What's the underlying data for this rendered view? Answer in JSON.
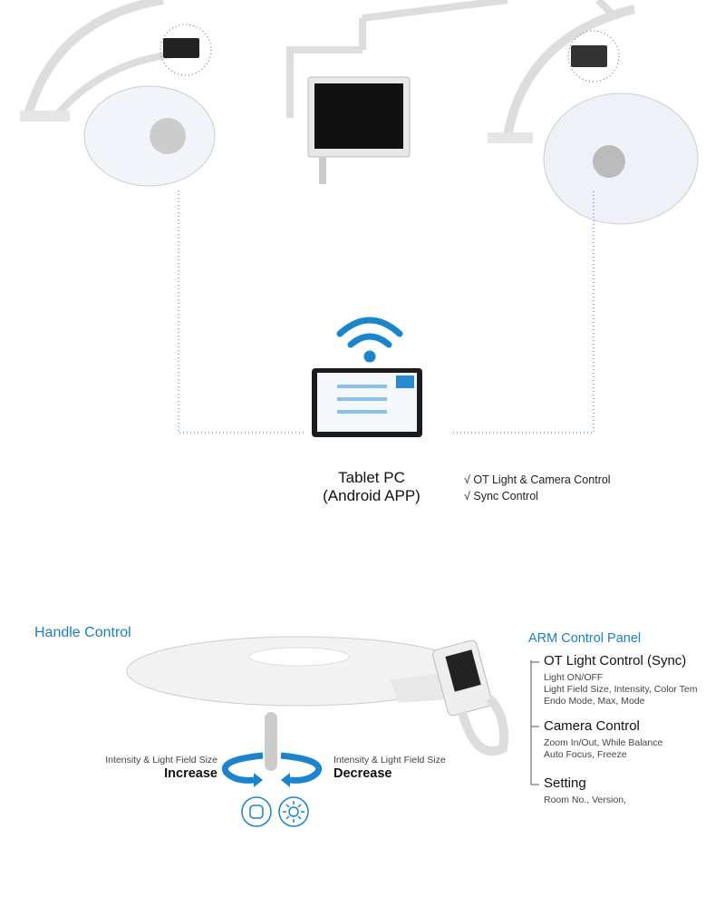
{
  "tablet": {
    "title": "Tablet PC",
    "subtitle": "(Android APP)"
  },
  "features": [
    {
      "check": "√",
      "label": "OT Light & Camera Control"
    },
    {
      "check": "√",
      "label": "Sync Control"
    }
  ],
  "handle": {
    "title": "Handle Control",
    "left": {
      "caption": "Intensity & Light Field Size",
      "action": "Increase"
    },
    "right": {
      "caption": "Intensity & Light Field Size",
      "action": "Decrease"
    }
  },
  "arm": {
    "title": "ARM Control Panel",
    "sections": [
      {
        "heading": "OT Light Control (Sync)",
        "lines": [
          "Light ON/OFF",
          "Light Field Size, Intensity, Color Tem",
          "Endo Mode, Max, Mode"
        ]
      },
      {
        "heading": "Camera Control",
        "lines": [
          "Zoom In/Out, While Balance",
          "Auto Focus, Freeze"
        ]
      },
      {
        "heading": "Setting",
        "lines": [
          "Room No., Version,"
        ]
      }
    ]
  },
  "colors": {
    "accent": "#1a7fc4",
    "wifi": "#1a84cc",
    "dotted": "#2a6fb0"
  },
  "icons": [
    "wifi-icon",
    "light-field-icon",
    "brightness-icon",
    "rotate-arrow-icon"
  ]
}
